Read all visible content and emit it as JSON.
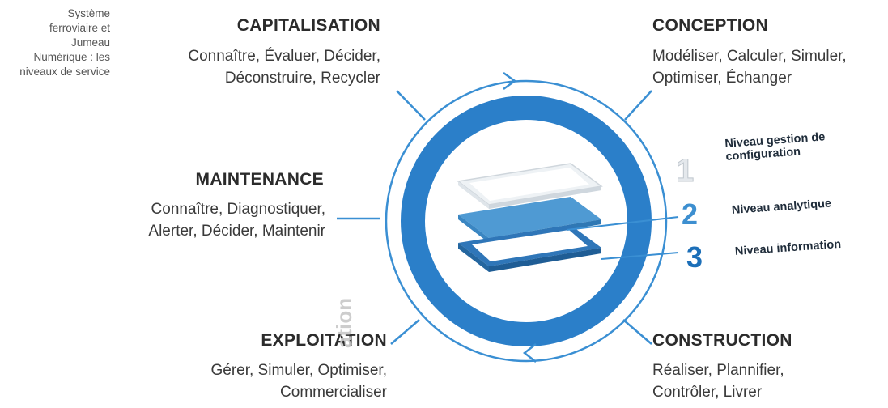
{
  "caption": "Système ferroviaire et Jumeau Numérique : les niveaux de service",
  "phases": {
    "capitalisation": {
      "title": "CAPITALISATION",
      "line1": "Connaître, Évaluer, Décider,",
      "line2": "Déconstruire, Recycler"
    },
    "conception": {
      "title": "CONCEPTION",
      "line1": "Modéliser, Calculer, Simuler,",
      "line2": "Optimiser, Échanger"
    },
    "maintenance": {
      "title": "MAINTENANCE",
      "line1": "Connaître, Diagnostiquer,",
      "line2": "Alerter, Décider, Maintenir"
    },
    "exploitation": {
      "title": "EXPLOITATION",
      "line1": "Gérer, Simuler, Optimiser,",
      "line2": "Commercialiser"
    },
    "construction": {
      "title": "CONSTRUCTION",
      "line1": "Réaliser, Plannifier,",
      "line2": "Contrôler, Livrer"
    }
  },
  "levels": [
    {
      "number": "1",
      "label_line1": "Niveau gestion de",
      "label_line2": "configuration",
      "color": "#c9ced3"
    },
    {
      "number": "2",
      "label_line1": "Niveau analytique",
      "label_line2": "",
      "color": "#3d8fd0"
    },
    {
      "number": "3",
      "label_line1": "Niveau information",
      "label_line2": "",
      "color": "#1c6fb8"
    }
  ],
  "watermark": "ation",
  "colors": {
    "ring": "#2b7fc9",
    "ring_thin": "#3a8fd3",
    "connector": "#3a8fd3",
    "plate_top": "#e9eef2",
    "plate_mid": "#5ba2d6",
    "plate_bottom": "#2f76b8"
  }
}
